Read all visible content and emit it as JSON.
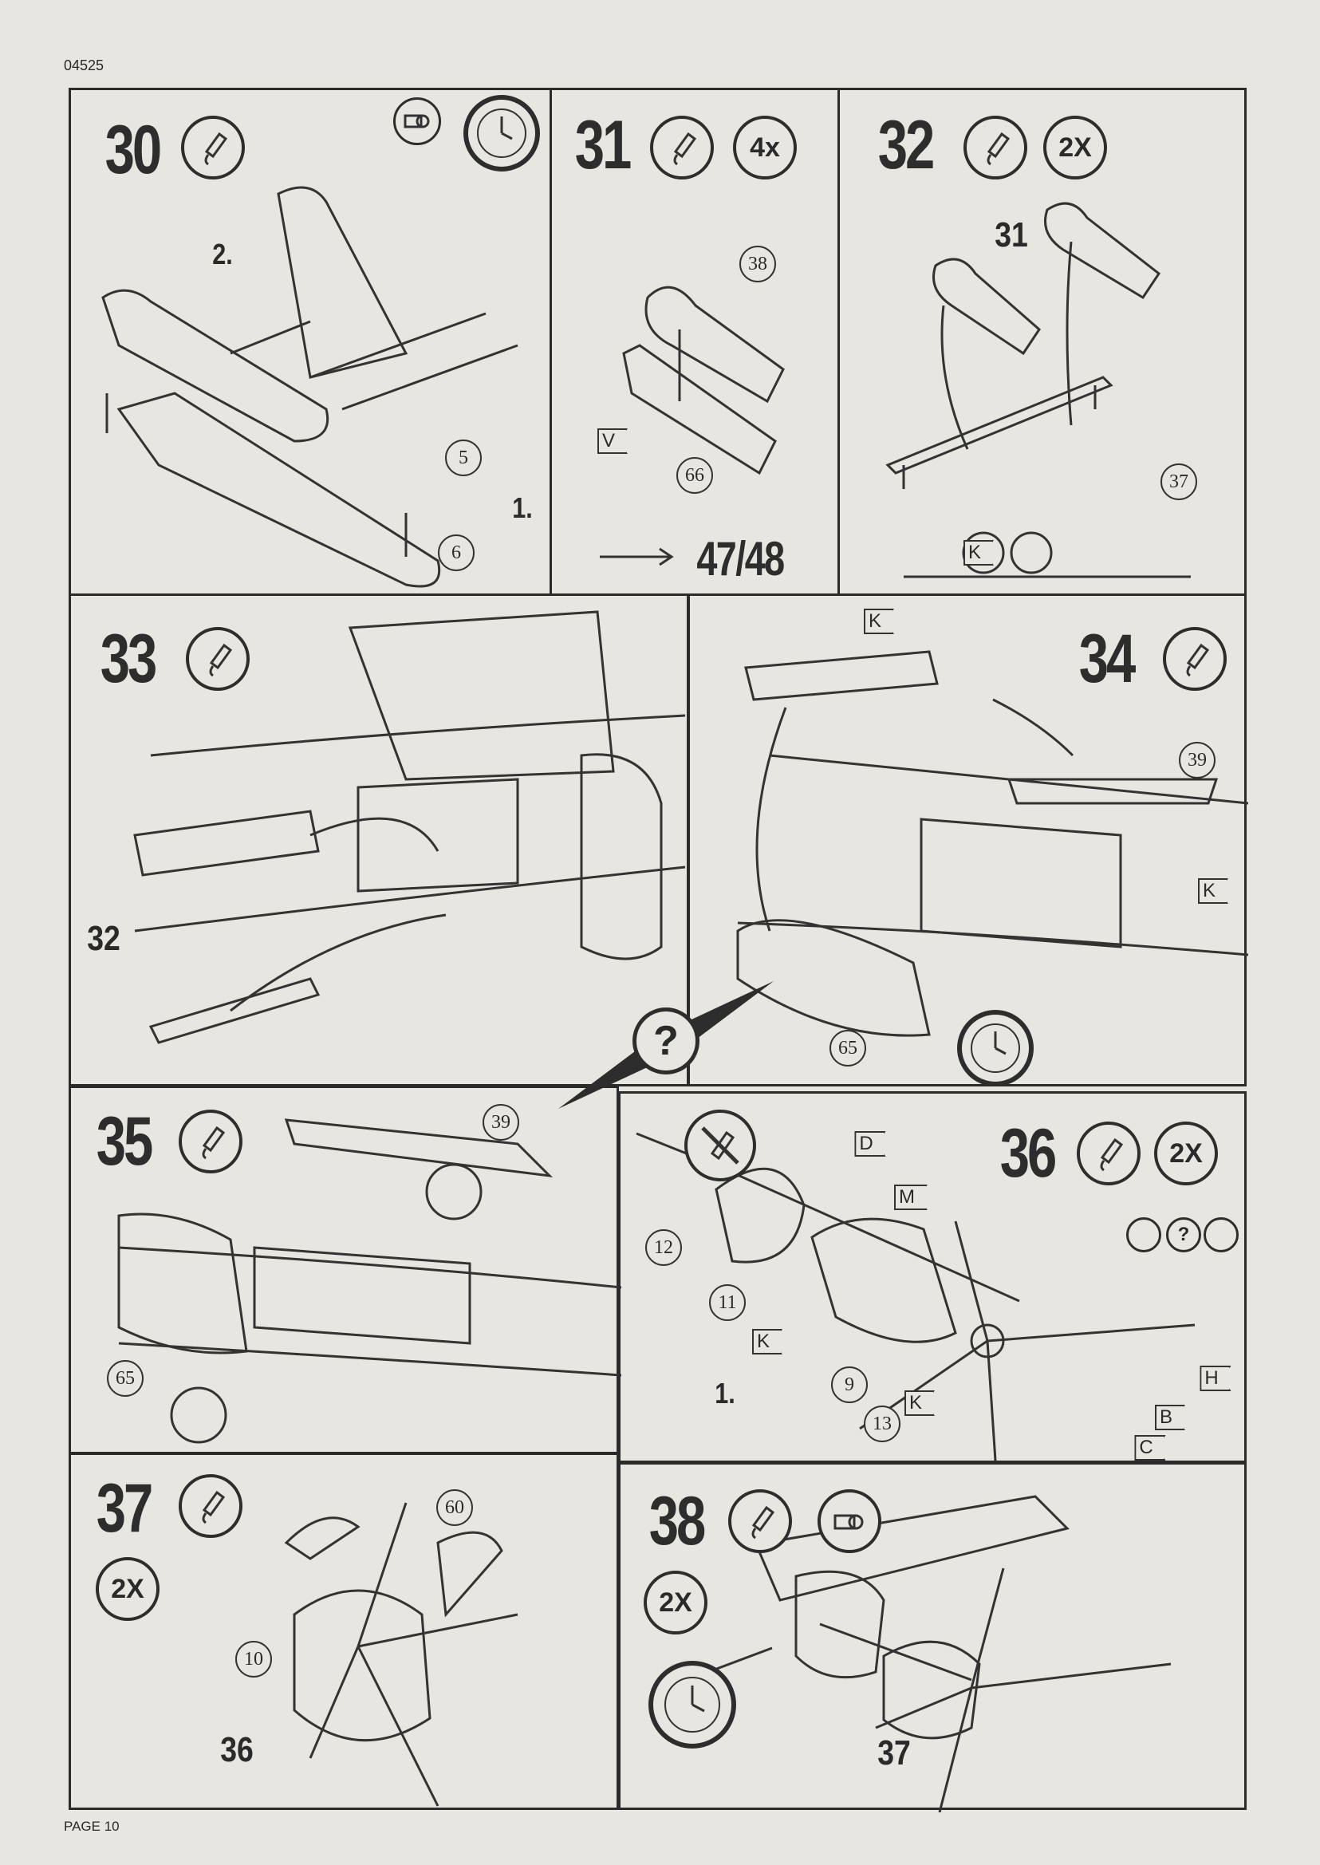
{
  "header": {
    "code": "04525"
  },
  "footer": {
    "page": "PAGE 10"
  },
  "steps": {
    "s30": {
      "number": "30",
      "callouts": [
        "5",
        "6"
      ],
      "labels": [
        "2.",
        "1."
      ]
    },
    "s31": {
      "number": "31",
      "multiplier": "4x",
      "callouts": [
        "38",
        "66"
      ],
      "flags": [
        "V"
      ],
      "reference": "47/48"
    },
    "s32": {
      "number": "32",
      "multiplier": "2X",
      "callouts": [
        "37"
      ],
      "labels": [
        "31"
      ],
      "flags": [
        "K"
      ]
    },
    "s33": {
      "number": "33",
      "labels": [
        "32"
      ]
    },
    "s34": {
      "number": "34",
      "callouts": [
        "39",
        "65"
      ],
      "flags": [
        "K",
        "K"
      ]
    },
    "s35": {
      "number": "35",
      "callouts": [
        "39",
        "65"
      ]
    },
    "s36": {
      "number": "36",
      "multiplier": "2X",
      "callouts": [
        "12",
        "11",
        "9",
        "13"
      ],
      "flags": [
        "D",
        "M",
        "K",
        "K",
        "H",
        "B",
        "C"
      ],
      "labels": [
        "1."
      ],
      "question": "?"
    },
    "s37": {
      "number": "37",
      "multiplier": "2X",
      "callouts": [
        "60",
        "10"
      ],
      "labels": [
        "36"
      ]
    },
    "s38": {
      "number": "38",
      "multiplier": "2X",
      "labels": [
        "37"
      ]
    }
  },
  "help_symbol": "?"
}
